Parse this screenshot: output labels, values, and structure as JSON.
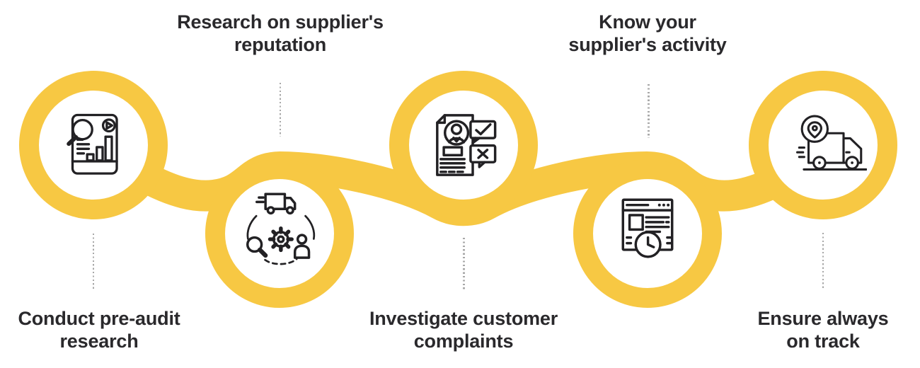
{
  "figure": {
    "kind": "process-infographic",
    "step_count": 5,
    "description_labels_only_in_pixels": true
  },
  "colors": {
    "ribbon_yellow": "#F7C843",
    "icon_stroke": "#222124",
    "label_text": "#2A292C",
    "dotted_line": "#A8A8A8",
    "background": "#FFFFFF"
  },
  "steps": [
    {
      "id": 1,
      "label": "Conduct pre-audit research",
      "lines": [
        "Conduct pre-audit",
        "research"
      ],
      "icon": "report-analysis-icon",
      "circle_position": "top-row",
      "label_position": "below"
    },
    {
      "id": 2,
      "label": "Research on supplier's reputation",
      "lines": [
        "Research on supplier's",
        "reputation"
      ],
      "icon": "supply-chain-cycle-icon",
      "circle_position": "bottom-row",
      "label_position": "above"
    },
    {
      "id": 3,
      "label": "Investigate customer complaints",
      "lines": [
        "Investigate customer",
        "complaints"
      ],
      "icon": "customer-feedback-review-icon",
      "circle_position": "top-row",
      "label_position": "below"
    },
    {
      "id": 4,
      "label": "Know your supplier's activity",
      "lines": [
        "Know your",
        "supplier's activity"
      ],
      "icon": "activity-monitor-clock-icon",
      "circle_position": "bottom-row",
      "label_position": "above"
    },
    {
      "id": 5,
      "label": "Ensure always on track",
      "lines": [
        "Ensure always",
        "on track"
      ],
      "icon": "delivery-tracking-icon",
      "circle_position": "top-row",
      "label_position": "below"
    }
  ]
}
